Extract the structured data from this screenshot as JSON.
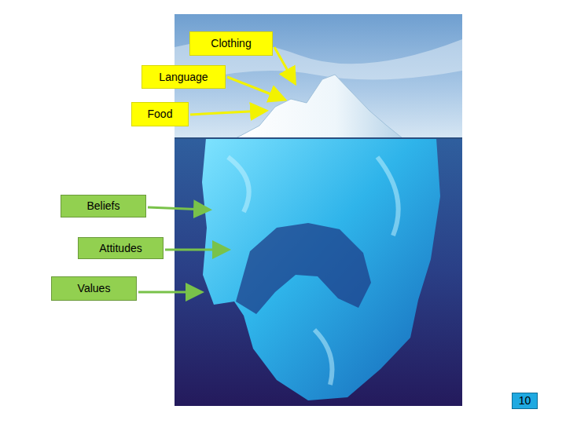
{
  "diagram": {
    "nodes": [
      {
        "text": [
          "Clothing"
        ]
      },
      {
        "text": [
          "Language"
        ]
      },
      {
        "text": [
          "Food"
        ]
      },
      {
        "text": [
          "Beliefs"
        ]
      },
      {
        "text": [
          "Attitudes"
        ]
      },
      {
        "text": [
          "Values"
        ]
      },
      {
        "text": [
          "10"
        ]
      }
    ]
  }
}
